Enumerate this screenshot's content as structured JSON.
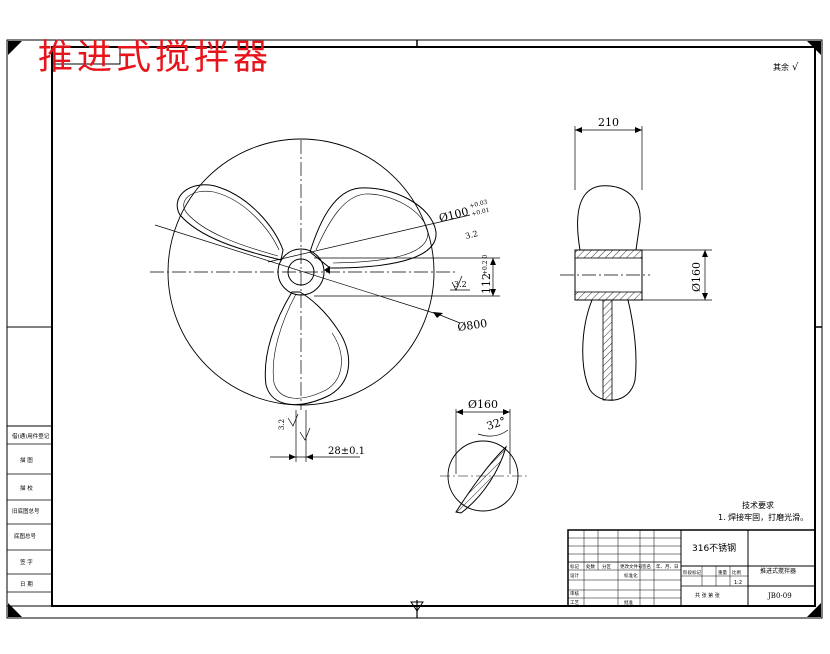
{
  "drawing": {
    "title_stamp": "推进式搅拌器",
    "roughness_mark": "其余",
    "roughness_value": "√",
    "dim_hub_width": "210",
    "dim_hub_diameter": "Ø160",
    "dim_bore": "Ø100",
    "dim_bore_tol_upper": "+0.03",
    "dim_bore_tol_lower": "+0.01",
    "dim_keyway": "112",
    "dim_keyway_tol": "+0.2 0",
    "dim_roughness_bore": "3.2",
    "dim_roughness_key": "3.2",
    "dim_outer_diameter": "Ø800",
    "dim_key_width": "28±0.1",
    "dim_roughness_key2": "3.2",
    "dim_section_diameter": "Ø160",
    "dim_section_angle": "32°",
    "tech_req_title": "技术要求",
    "tech_req_line1": "1. 焊接牢固，打磨光滑。",
    "material": "316不锈钢",
    "part_name": "推进式搅拌器",
    "drawing_no": "JB0-09",
    "scale_value": "1:2",
    "left_labels": [
      "借(通)用件登记",
      "旧底图总号",
      "签 字",
      "日 期",
      "描 图",
      "描 校",
      "底图总号"
    ],
    "tb_headers": [
      "标记",
      "处数",
      "分区",
      "更改文件号",
      "签名",
      "年、月、日"
    ],
    "tb_labels": [
      "设计",
      "标准化",
      "审核",
      "工艺",
      "批准",
      "阶段标记",
      "重量",
      "比例",
      "共 张 第 张"
    ]
  }
}
